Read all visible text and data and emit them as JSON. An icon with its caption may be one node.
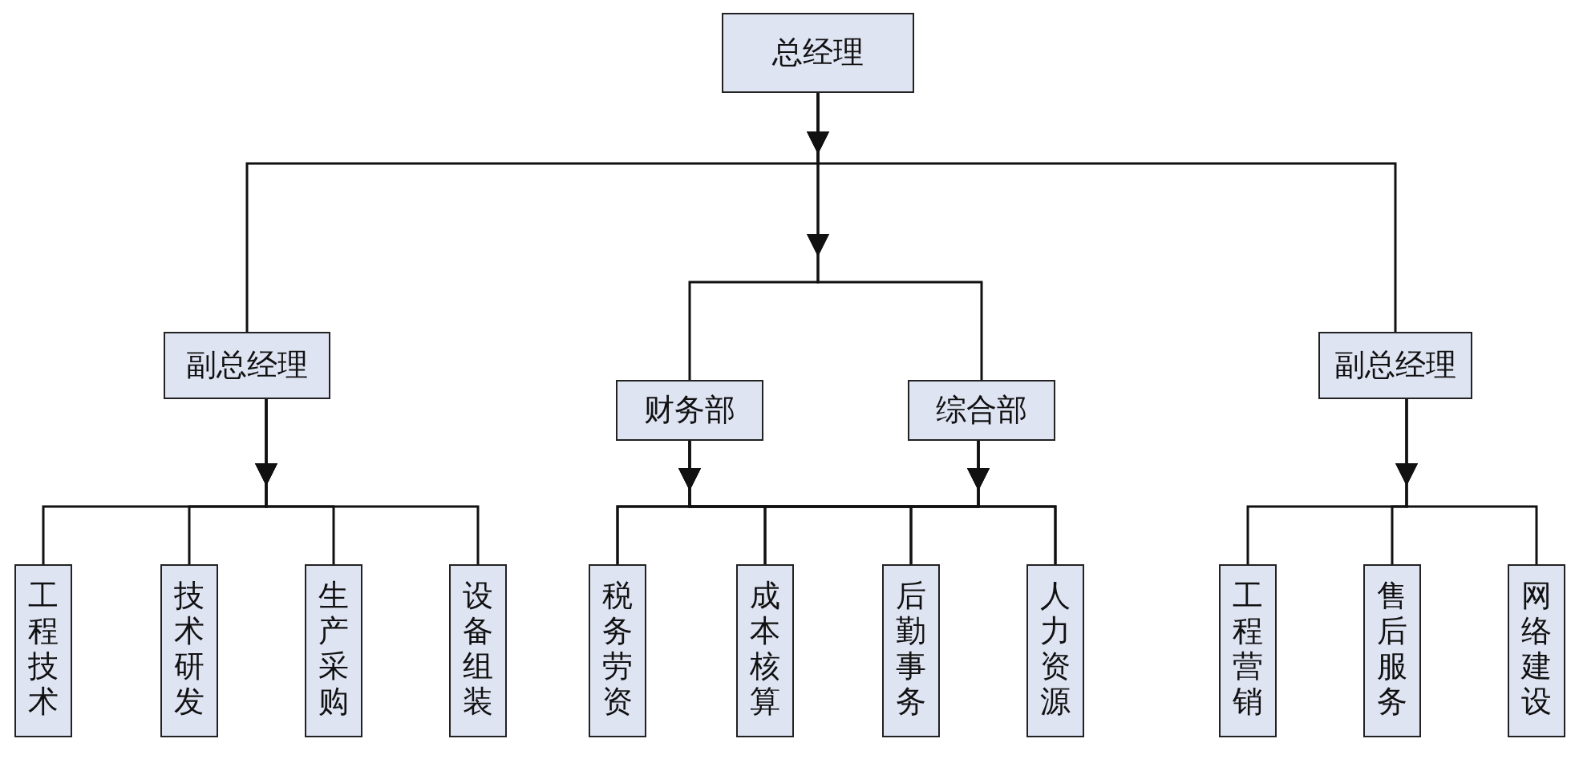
{
  "diagram": {
    "nodes": [
      {
        "text": [
          "总经理"
        ]
      },
      {
        "text": [
          "副总经理"
        ]
      },
      {
        "text": [
          "财务部"
        ]
      },
      {
        "text": [
          "综合部"
        ]
      },
      {
        "text": [
          "副总经理"
        ]
      },
      {
        "text": [
          "工程技术"
        ]
      },
      {
        "text": [
          "技术研发"
        ]
      },
      {
        "text": [
          "生产采购"
        ]
      },
      {
        "text": [
          "设备组装"
        ]
      },
      {
        "text": [
          "税务劳资"
        ]
      },
      {
        "text": [
          "成本核算"
        ]
      },
      {
        "text": [
          "后勤事务"
        ]
      },
      {
        "text": [
          "人力资源"
        ]
      },
      {
        "text": [
          "工程营销"
        ]
      },
      {
        "text": [
          "售后服务"
        ]
      },
      {
        "text": [
          "网络建设"
        ]
      }
    ],
    "edges": [
      {
        "from": 0,
        "to": 1,
        "arrow": "to"
      },
      {
        "from": 0,
        "to": 2,
        "arrow": "to"
      },
      {
        "from": 0,
        "to": 3,
        "arrow": "to"
      },
      {
        "from": 0,
        "to": 4,
        "arrow": "to"
      },
      {
        "from": 1,
        "to": 5,
        "arrow": "to"
      },
      {
        "from": 1,
        "to": 6,
        "arrow": "to"
      },
      {
        "from": 1,
        "to": 7,
        "arrow": "to"
      },
      {
        "from": 1,
        "to": 8,
        "arrow": "to"
      },
      {
        "from": 2,
        "to": 9,
        "arrow": "to"
      },
      {
        "from": 2,
        "to": 10,
        "arrow": "to"
      },
      {
        "from": 2,
        "to": 11,
        "arrow": "to"
      },
      {
        "from": 2,
        "to": 12,
        "arrow": "to"
      },
      {
        "from": 3,
        "to": 9,
        "arrow": "to"
      },
      {
        "from": 3,
        "to": 10,
        "arrow": "to"
      },
      {
        "from": 3,
        "to": 11,
        "arrow": "to"
      },
      {
        "from": 3,
        "to": 12,
        "arrow": "to"
      },
      {
        "from": 4,
        "to": 13,
        "arrow": "to"
      },
      {
        "from": 4,
        "to": 14,
        "arrow": "to"
      },
      {
        "from": 4,
        "to": 15,
        "arrow": "to"
      }
    ]
  }
}
